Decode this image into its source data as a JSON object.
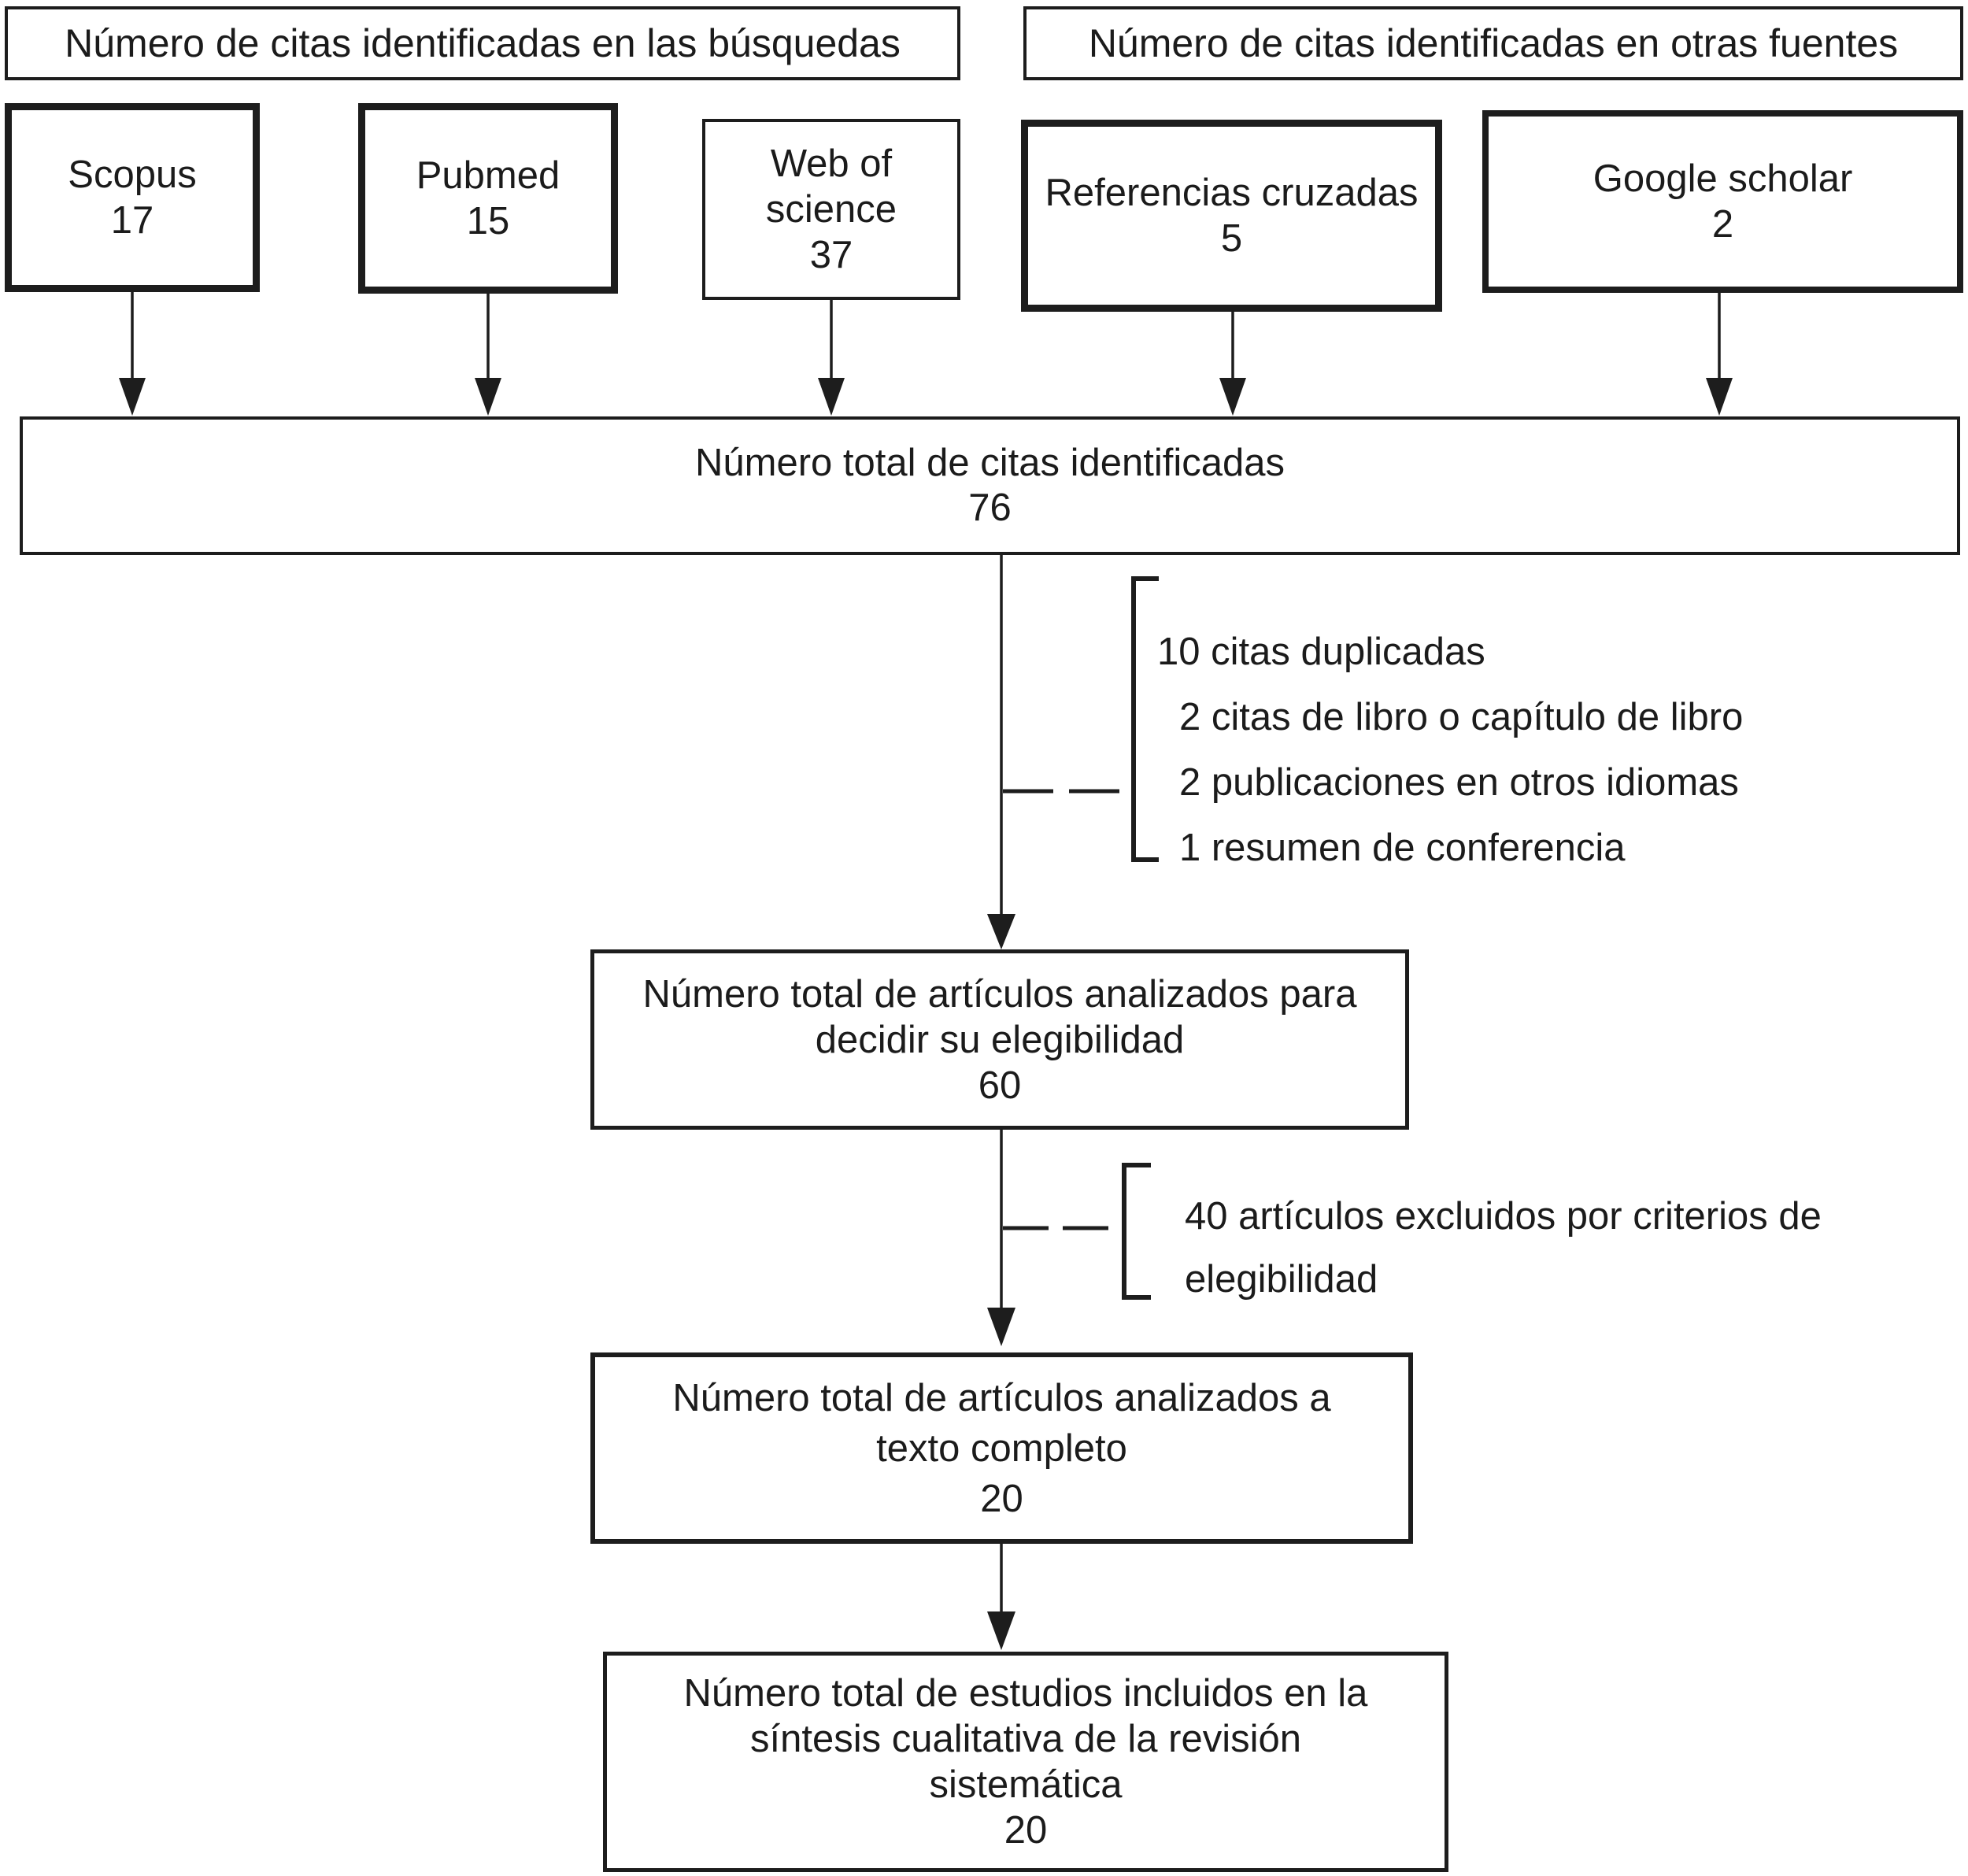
{
  "diagram": {
    "headers": [
      {
        "text": "Número de citas identificadas en las búsquedas"
      },
      {
        "text": "Número de citas identificadas en otras fuentes"
      }
    ],
    "sources": [
      {
        "name": "Scopus",
        "count": "17"
      },
      {
        "name": "Pubmed",
        "count": "15"
      },
      {
        "name": "Web of\nscience",
        "count": "37"
      },
      {
        "name": "Referencias cruzadas",
        "count": "5"
      },
      {
        "name": "Google scholar",
        "count": "2"
      }
    ],
    "total_identified": {
      "line1": "Número total de citas identificadas",
      "count": "76"
    },
    "exclusions_stage1": [
      "10 citas duplicadas",
      "2 citas de libro o capítulo de libro",
      "2 publicaciones en otros idiomas",
      "1 resumen de conferencia"
    ],
    "eligibility_box": {
      "line1": "Número total de artículos analizados para",
      "line2": "decidir su elegibilidad",
      "count": "60"
    },
    "exclusions_stage2": [
      "40 artículos excluidos por criterios de",
      "elegibilidad"
    ],
    "fulltext_box": {
      "line1": "Número total de artículos analizados a",
      "line2": "texto completo",
      "count": "20"
    },
    "included_box": {
      "line1": "Número total de estudios incluidos en la",
      "line2": "síntesis cualitativa de la revisión",
      "line3": "sistemática",
      "count": "20"
    },
    "colors": {
      "ink": "#1d1d1d",
      "background": "#ffffff"
    }
  }
}
